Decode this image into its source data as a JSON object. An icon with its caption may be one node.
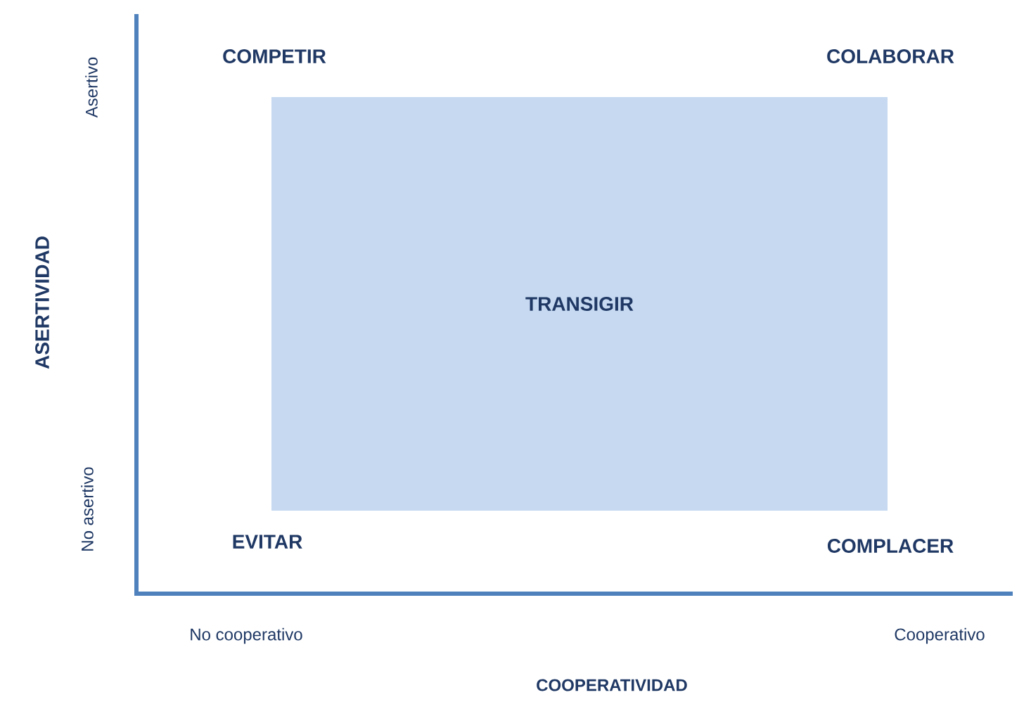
{
  "diagram": {
    "nodes": [
      {
        "text": [
          "TRANSIGIR"
        ]
      }
    ],
    "labels": [
      "COMPETIR",
      "COLABORAR",
      "Asertivo",
      "ASERTIVIDAD",
      "No asertivo",
      "EVITAR",
      "COMPLACER",
      "No cooperativo",
      "Cooperativo",
      "COOPERATIVIDAD"
    ]
  }
}
